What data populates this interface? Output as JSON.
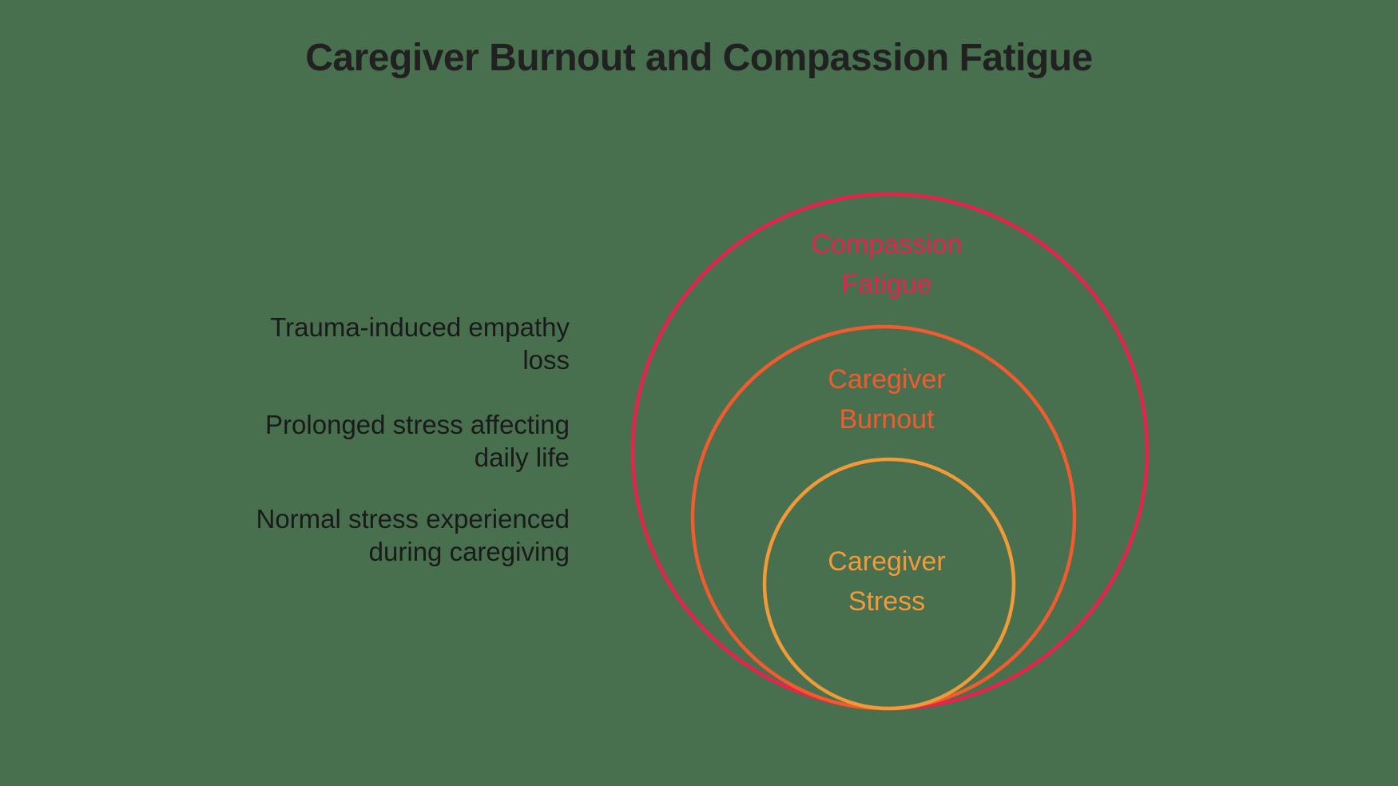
{
  "title": "Caregiver Burnout and Compassion Fatigue",
  "colors": {
    "background": "#48704F",
    "title_text": "#212121",
    "annotation_text": "#1A1A1A",
    "compassion_fatigue": "#E9224C",
    "caregiver_burnout": "#F15B2D",
    "caregiver_stress": "#F09A38"
  },
  "venn": {
    "circles": [
      {
        "id": "compassion-fatigue",
        "label": "Compassion\nFatigue",
        "color": "#E9224C"
      },
      {
        "id": "caregiver-burnout",
        "label": "Caregiver\nBurnout",
        "color": "#F15B2D"
      },
      {
        "id": "caregiver-stress",
        "label": "Caregiver\nStress",
        "color": "#F09A38"
      }
    ]
  },
  "annotations": [
    {
      "text": "Trauma-induced empathy\nloss"
    },
    {
      "text": "Prolonged stress affecting\ndaily life"
    },
    {
      "text": "Normal stress experienced\nduring caregiving"
    }
  ]
}
